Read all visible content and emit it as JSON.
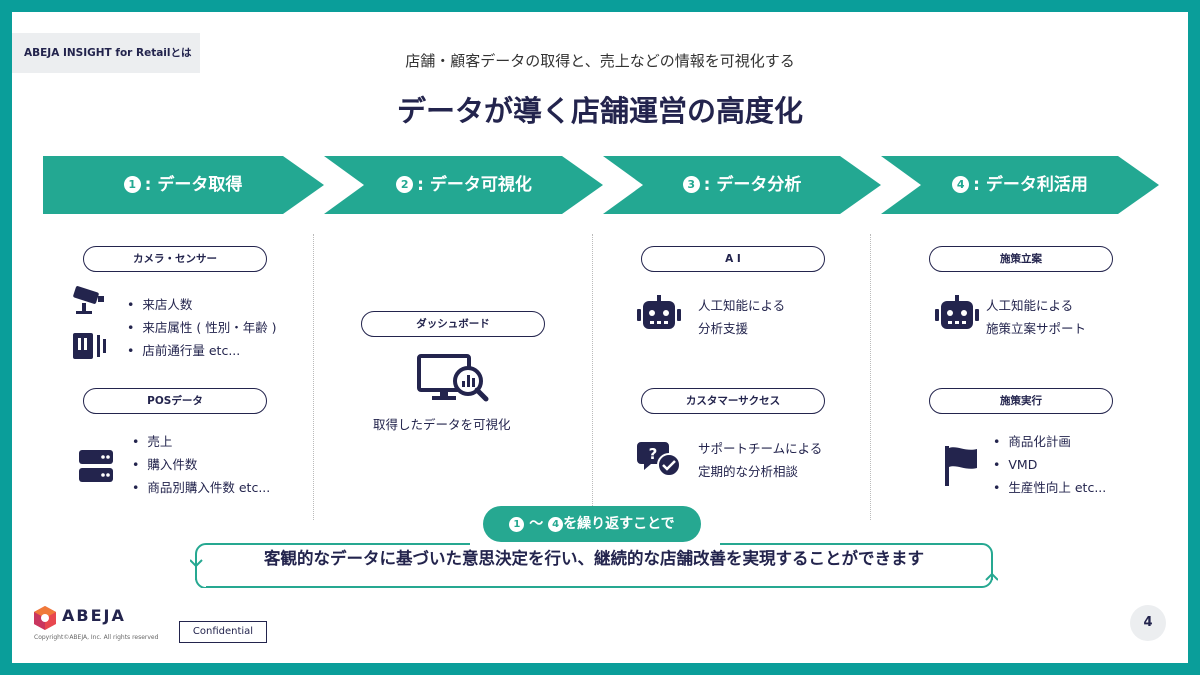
{
  "header": {
    "section_tag": "ABEJA INSIGHT for Retailとは",
    "subtitle": "店舗・顧客データの取得と、売上などの情報を可視化する",
    "title": "データが導く店舗運営の高度化"
  },
  "steps": [
    {
      "num": "1",
      "label": ": データ取得"
    },
    {
      "num": "2",
      "label": ": データ可視化"
    },
    {
      "num": "3",
      "label": ": データ分析"
    },
    {
      "num": "4",
      "label": ": データ利活用"
    }
  ],
  "col1": {
    "camera_pill": "カメラ・センサー",
    "camera_items": [
      "来店人数",
      "来店属性 ( 性別・年齢 )",
      "店前通行量 etc..."
    ],
    "pos_pill": "POSデータ",
    "pos_items": [
      "売上",
      "購入件数",
      "商品別購入件数 etc..."
    ]
  },
  "col2": {
    "dashboard_pill": "ダッシュボード",
    "dashboard_desc": "取得したデータを可視化"
  },
  "col3": {
    "ai_pill": "A I",
    "ai_desc": [
      "人工知能による",
      "分析支援"
    ],
    "cs_pill": "カスタマーサクセス",
    "cs_desc": [
      "サポートチームによる",
      "定期的な分析相談"
    ]
  },
  "col4": {
    "plan_pill": "施策立案",
    "plan_desc": [
      "人工知能による",
      "施策立案サポート"
    ],
    "exec_pill": "施策実行",
    "exec_items": [
      "商品化計画",
      "VMD",
      "生産性向上 etc..."
    ]
  },
  "footer_banner": {
    "repeat_num_start": "1",
    "repeat_sep": " ～ ",
    "repeat_num_end": "4",
    "repeat_text": "を繰り返すことで",
    "conclusion": "客観的なデータに基づいた意思決定を行い、継続的な店舗改善を実現することができます"
  },
  "footer": {
    "logo_text": "ABEJA",
    "copyright": "Copyright©ABEJA, Inc. All rights reserved",
    "confidential": "Confidential",
    "page_number": "4"
  },
  "colors": {
    "teal_frame": "#0a9e9a",
    "arrow_green": "#23a892",
    "navy": "#23244d",
    "pill_bg": "#eceef0"
  },
  "icons": [
    "camera-icon",
    "sensor-icon",
    "server-icon",
    "monitor-analytics-icon",
    "robot-icon",
    "chat-support-icon",
    "flag-icon",
    "abeja-logo-icon"
  ]
}
